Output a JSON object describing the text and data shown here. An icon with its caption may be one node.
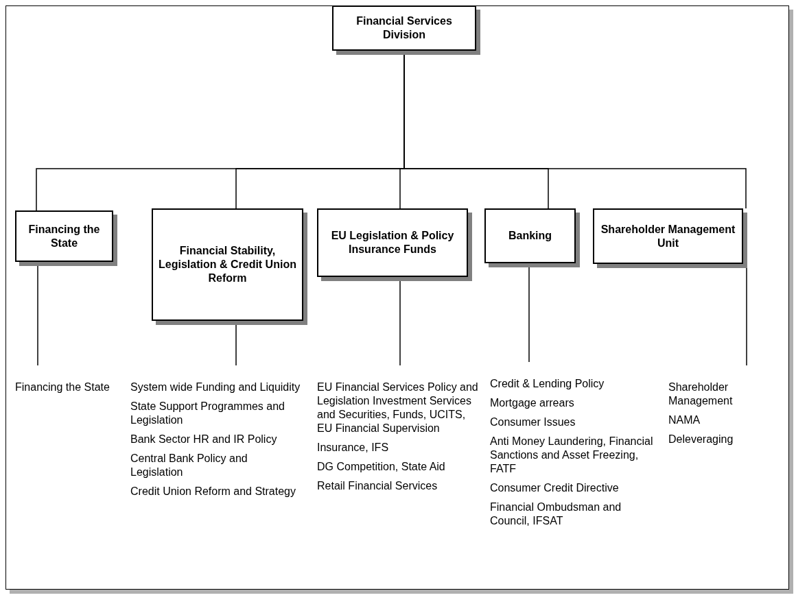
{
  "diagram": {
    "nodes": [
      {
        "text": [
          "Financial Services Division"
        ]
      },
      {
        "text": [
          "Financing the State"
        ]
      },
      {
        "text": [
          "Financial Stability, Legislation & Credit Union Reform"
        ]
      },
      {
        "text": [
          "EU Legislation & Policy Insurance Funds"
        ]
      },
      {
        "text": [
          "Banking"
        ]
      },
      {
        "text": [
          "Shareholder Management Unit"
        ]
      },
      {
        "text": [
          "Financing the State"
        ]
      },
      {
        "text": [
          "System wide Funding and Liquidity",
          "State Support Programmes and Legislation",
          "Bank Sector HR and IR Policy",
          "Central Bank Policy and Legislation",
          "Credit Union Reform and Strategy"
        ]
      },
      {
        "text": [
          "EU Financial Services Policy and Legislation Investment Services and Securities, Funds, UCITS, EU Financial Supervision",
          "Insurance, IFS",
          "DG Competition, State Aid",
          "Retail Financial Services"
        ]
      },
      {
        "text": [
          "Credit & Lending Policy",
          "Mortgage arrears",
          "Consumer Issues",
          "Anti Money Laundering, Financial Sanctions and Asset Freezing, FATF",
          "Consumer Credit Directive",
          "Financial Ombudsman and Council, IFSAT"
        ]
      },
      {
        "text": [
          "Shareholder Management",
          "NAMA",
          "Deleveraging"
        ]
      }
    ],
    "edges": [
      {
        "from": 0,
        "to": 1,
        "arrow": "none"
      },
      {
        "from": 0,
        "to": 2,
        "arrow": "none"
      },
      {
        "from": 0,
        "to": 3,
        "arrow": "none"
      },
      {
        "from": 0,
        "to": 4,
        "arrow": "none"
      },
      {
        "from": 0,
        "to": 5,
        "arrow": "none"
      },
      {
        "from": 1,
        "to": 6,
        "arrow": "none"
      },
      {
        "from": 2,
        "to": 7,
        "arrow": "none"
      },
      {
        "from": 3,
        "to": 8,
        "arrow": "none"
      },
      {
        "from": 4,
        "to": 9,
        "arrow": "none"
      },
      {
        "from": 5,
        "to": 10,
        "arrow": "none"
      }
    ]
  }
}
